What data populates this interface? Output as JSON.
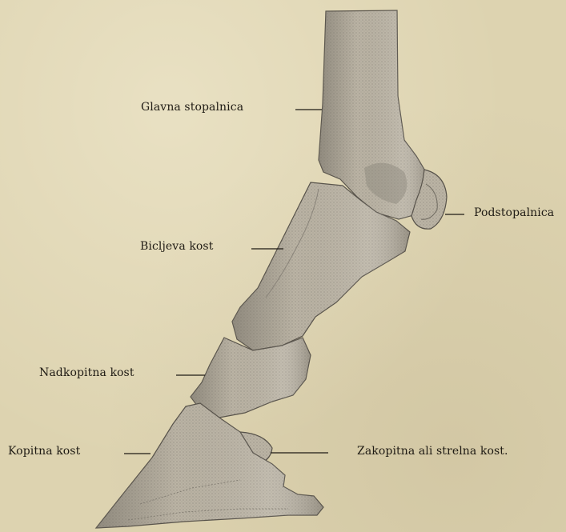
{
  "labels": {
    "glavna_stopalnica": "Glavna stopalnica",
    "podstopalnica": "Podstopalnica",
    "bicljeva_kost": "Bicljeva kost",
    "nadkopitna_kost": "Nadkopitna kost",
    "kopitna_kost": "Kopitna kost",
    "zakopitna_kost": "Zakopitna ali strelna kost."
  },
  "colors": {
    "paper": "#ddd3b0",
    "bone_fill": "#b9b2a3",
    "bone_shadow": "#7d776c",
    "ink": "#1f1b14"
  }
}
